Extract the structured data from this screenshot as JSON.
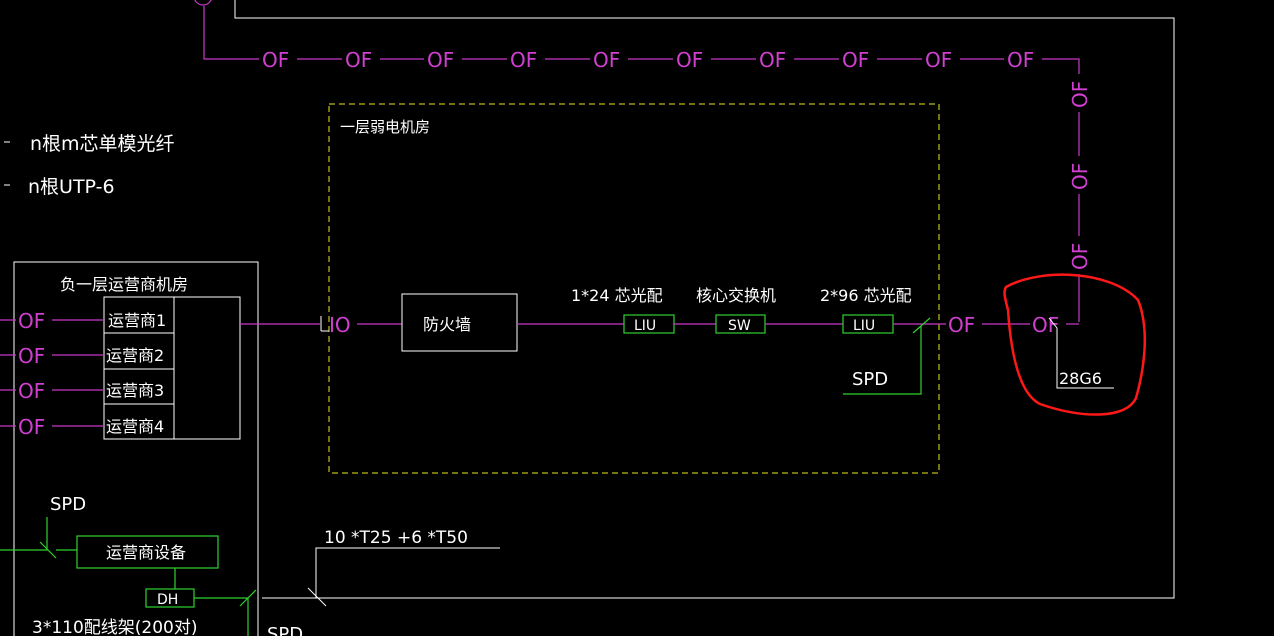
{
  "legend": {
    "fiber": "n根m芯单模光纤",
    "utp": "n根UTP-6"
  },
  "of_label": "OF",
  "io_label": "IO",
  "room_weak": "一层弱电机房",
  "room_basement": "负一层运营商机房",
  "carriers": [
    "运营商1",
    "运营商2",
    "运营商3",
    "运营商4"
  ],
  "firewall": "防火墙",
  "liu1_caption": "1*24 芯光配",
  "liu": "LIU",
  "sw_caption": "核心交换机",
  "sw": "SW",
  "liu2_caption": "2*96 芯光配",
  "spd": "SPD",
  "carrier_equipment": "运营商设备",
  "dh": "DH",
  "conduit": "10 *T25 +6 *T50",
  "patch_frame": "3*110配线架(200对)",
  "cable_tag": "28G6",
  "colors": {
    "background": "#000000",
    "fiber": "#c838c8",
    "equipment": "#2fd22f",
    "room_boundary": "#e8e820",
    "markup": "#ff1818",
    "text": "#ffffff"
  }
}
